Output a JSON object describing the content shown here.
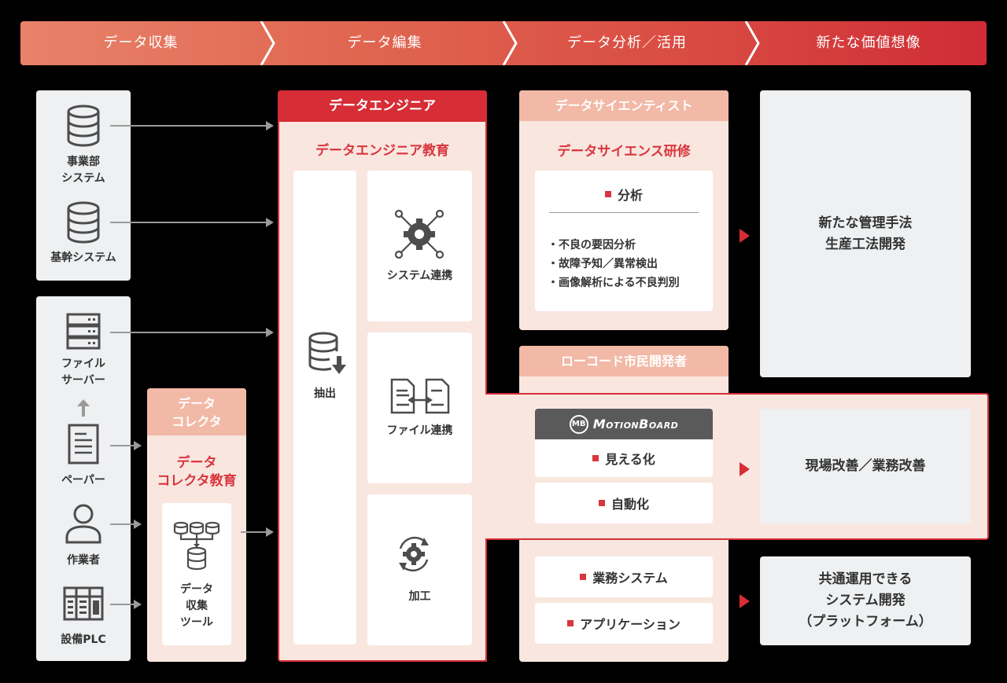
{
  "phases": [
    "データ収集",
    "データ編集",
    "データ分析／活用",
    "新たな価値想像"
  ],
  "sources": {
    "group1": [
      {
        "icon": "database-icon",
        "label": "事業部\nシステム"
      },
      {
        "icon": "database-icon",
        "label": "基幹システム"
      }
    ],
    "group2": [
      {
        "icon": "server-icon",
        "label": "ファイル\nサーバー"
      },
      {
        "icon": "document-icon",
        "label": "ペーパー"
      },
      {
        "icon": "person-icon",
        "label": "作業者"
      },
      {
        "icon": "plc-icon",
        "label": "設備PLC"
      }
    ]
  },
  "collector": {
    "header": "データ\nコレクタ",
    "title": "データ\nコレクタ教育",
    "tool_label": "データ\n収集\nツール"
  },
  "engineer": {
    "header": "データエンジニア",
    "title": "データエンジニア教育",
    "extract_label": "抽出",
    "system_label": "システム連携",
    "file_label": "ファイル連携",
    "process_label": "加工"
  },
  "scientist": {
    "header": "データサイエンティスト",
    "title": "データサイエンス研修",
    "card_title": "分析",
    "bullets": [
      "不良の要因分析",
      "故障予知／異常検出",
      "画像解析による不良判別"
    ]
  },
  "lowcode": {
    "header": "ローコード市民開発者",
    "logo_text": "MotionBoard",
    "logo_badge": "MB",
    "items": [
      "見える化",
      "自動化"
    ],
    "items2": [
      "業務システム",
      "アプリケーション"
    ]
  },
  "results": {
    "r1": "新たな管理手法\n生産工法開発",
    "r2": "現場改善／業務改善",
    "r3": "共通運用できる\nシステム開発\n（プラットフォーム）"
  },
  "colors": {
    "accent_red": "#d9353e",
    "salmon": "#f2b9a6",
    "pink_panel": "#f9e6df",
    "gray_panel": "#eef0f2"
  }
}
